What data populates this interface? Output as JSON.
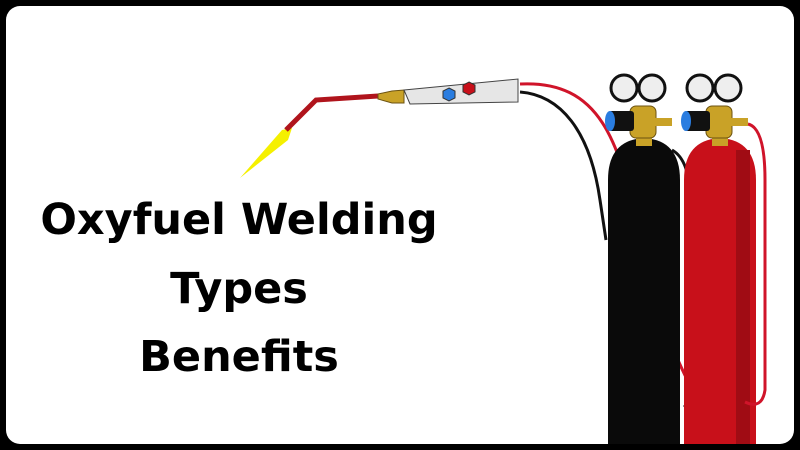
{
  "title_lines": [
    "Oxyfuel Welding",
    "Types",
    "Benefits"
  ],
  "colors": {
    "flame": "#f5f000",
    "torch_tube": "#b0141c",
    "hose_red": "#d0142a",
    "hose_black": "#111111",
    "cylinder_black": "#0a0a0a",
    "cylinder_red": "#c8101a",
    "brass": "#c9a227",
    "valve_blue": "#2a7de0"
  }
}
